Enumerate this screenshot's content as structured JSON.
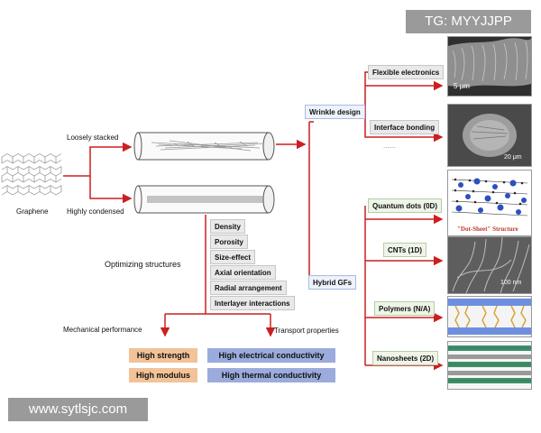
{
  "watermark_top": "TG: MYYJJPP",
  "watermark_bottom": "www.sytlsjc.com",
  "graphene_label": "Graphene",
  "loosely_stacked": "Loosely stacked",
  "highly_condensed": "Highly condensed",
  "optimizing_structures": "Optimizing structures",
  "structure_factors": [
    "Density",
    "Porosity",
    "Size-effect",
    "Axial orientation",
    "Radial arrangement",
    "Interlayer interactions"
  ],
  "mechanical_performance": "Mechanical performance",
  "transport_properties": "Transport properties",
  "mechanical_results": [
    "High strength",
    "High modulus"
  ],
  "transport_results": [
    "High electrical conductivity",
    "High thermal conductivity"
  ],
  "wrinkle_design": "Wrinkle design",
  "hybrid_gfs": "Hybrid GFs",
  "wrinkle_items": [
    "Flexible electronics",
    "Interface bonding"
  ],
  "wrinkle_ellipsis": "......",
  "hybrid_items": [
    "Quantum dots (0D)",
    "CNTs (1D)",
    "Polymers (N/A)",
    "Nanosheets (2D)"
  ],
  "scale_bars": [
    "5 μm",
    "20 μm",
    "100 nm"
  ],
  "dot_sheet_caption": "\"Dot-Sheet\" Structure",
  "colors": {
    "arrow": "#cc1f1f",
    "orange": "#f2c298",
    "blue_bar": "#9aabdc"
  }
}
